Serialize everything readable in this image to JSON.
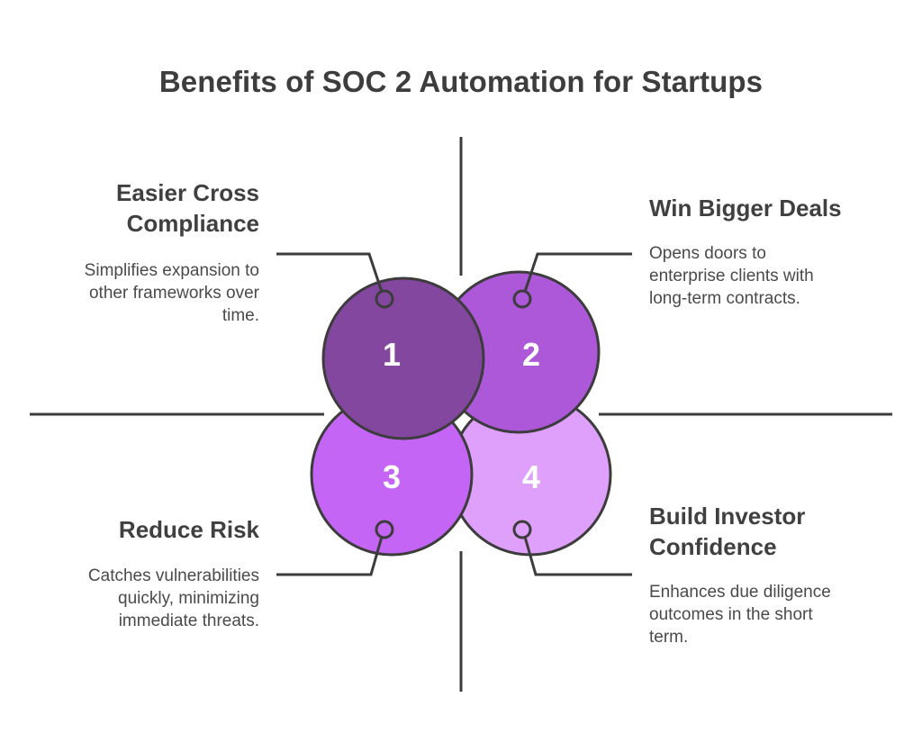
{
  "title": "Benefits of SOC 2 Automation for Startups",
  "colors": {
    "circle_1": "#84479f",
    "circle_2": "#ad57d9",
    "circle_3": "#c465f5",
    "circle_4": "#dfa0fb",
    "outline": "#3c3c3c"
  },
  "items": [
    {
      "number": "1",
      "heading_line1": "Easier Cross",
      "heading_line2": "Compliance",
      "desc_line1": "Simplifies expansion to",
      "desc_line2": "other frameworks over",
      "desc_line3": "time."
    },
    {
      "number": "2",
      "heading_line1": "Win Bigger Deals",
      "heading_line2": "",
      "desc_line1": "Opens doors to",
      "desc_line2": "enterprise clients with",
      "desc_line3": "long-term contracts."
    },
    {
      "number": "3",
      "heading_line1": "Reduce Risk",
      "heading_line2": "",
      "desc_line1": "Catches vulnerabilities",
      "desc_line2": "quickly, minimizing",
      "desc_line3": "immediate threats."
    },
    {
      "number": "4",
      "heading_line1": "Build Investor",
      "heading_line2": "Confidence",
      "desc_line1": "Enhances due diligence",
      "desc_line2": "outcomes in the short",
      "desc_line3": "term."
    }
  ]
}
